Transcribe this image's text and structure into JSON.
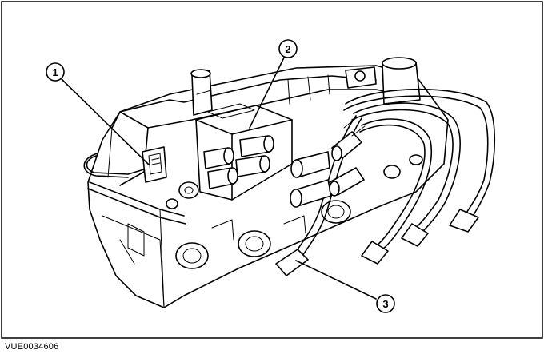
{
  "callouts": [
    {
      "label": "1"
    },
    {
      "label": "2"
    },
    {
      "label": "3"
    }
  ],
  "reference_code": "VUE0034606",
  "colors": {
    "line": "#000000",
    "background": "#ffffff"
  }
}
